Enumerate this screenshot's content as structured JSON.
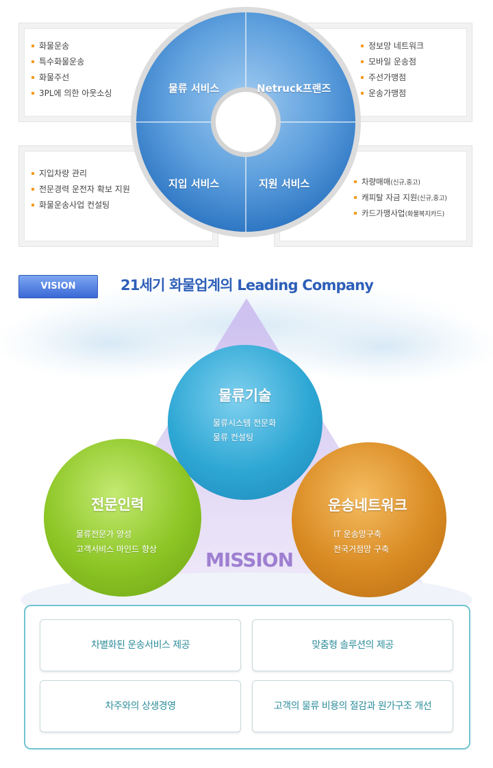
{
  "services": {
    "top_left": {
      "label": "물류 서비스",
      "items": [
        "화물운송",
        "특수화물운송",
        "화물주선",
        "3PL에 의한 아웃소싱"
      ]
    },
    "top_right": {
      "label": "Netruck프랜즈",
      "items": [
        "정보망 네트워크",
        "모바일 운송점",
        "주선가맹점",
        "운송가맹점"
      ]
    },
    "bottom_left": {
      "label": "지입 서비스",
      "items": [
        "지입차량 관리",
        "전문경력 운전자 확보 지원",
        "화물운송사업 컨설팅"
      ]
    },
    "bottom_right": {
      "label": "지원 서비스",
      "items": [
        {
          "main": "차량매매",
          "note": "(신규,중고)"
        },
        {
          "main": "캐피탈 자금 지원",
          "note": "(신규,중고)"
        },
        {
          "main": "카드가맹사업",
          "note": "(화물복지카드)"
        }
      ]
    }
  },
  "vision": {
    "badge": "VISION",
    "title": "21세기 화물업계의 Leading Company"
  },
  "mission": {
    "label": "MISSION",
    "circles": [
      {
        "title": "물류기술",
        "lines": [
          "물류시스템 전문화",
          "물류 컨설팅"
        ],
        "color": "#2ea7d4"
      },
      {
        "title": "전문인력",
        "lines": [
          "물류전문가 양성",
          "고객서비스 마인드 향상"
        ],
        "color": "#8cc524"
      },
      {
        "title": "운송네트워크",
        "lines": [
          "IT 운송망구축",
          "전국거점망 구축"
        ],
        "color": "#d98a22"
      }
    ]
  },
  "goals": [
    "차별화된 운송서비스 제공",
    "맞춤형 솔루션의 제공",
    "차주와의 상생경영",
    "고객의 물류 비용의 절감과 원가구조 개선"
  ],
  "colors": {
    "wheel": "#4a90d4",
    "accent_bullet": "#f39a1e",
    "vision": "#2e5fb8",
    "goal_text": "#2d8c9a"
  }
}
